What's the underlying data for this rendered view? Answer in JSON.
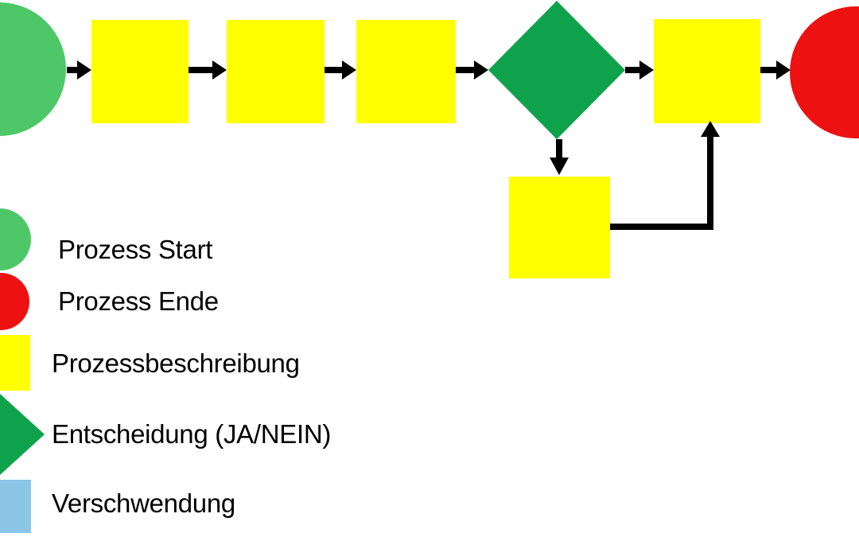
{
  "colors": {
    "start_green": "#4DC768",
    "end_red": "#EE1111",
    "process_yellow": "#FFFF00",
    "decision_green": "#0FA24D",
    "waste_blue": "#8CC6E7",
    "arrow": "#000000"
  },
  "flowchart": {
    "nodes": [
      "start-circle",
      "process-1",
      "process-2",
      "process-3",
      "decision-diamond",
      "process-4",
      "end-circle",
      "process-branch"
    ],
    "edges": [
      "start-circle -> process-1",
      "process-1 -> process-2",
      "process-2 -> process-3",
      "process-3 -> decision-diamond",
      "decision-diamond -> process-4",
      "decision-diamond -> process-branch (down)",
      "process-branch -> process-4 (elbow up)",
      "process-4 -> end-circle"
    ]
  },
  "legend": {
    "items": [
      {
        "shape": "circle",
        "color": "start_green",
        "label": "Prozess Start"
      },
      {
        "shape": "circle",
        "color": "end_red",
        "label": "Prozess Ende"
      },
      {
        "shape": "square",
        "color": "process_yellow",
        "label": "Prozessbeschreibung"
      },
      {
        "shape": "diamond",
        "color": "decision_green",
        "label": "Entscheidung (JA/NEIN)"
      },
      {
        "shape": "square",
        "color": "waste_blue",
        "label": "Verschwendung"
      }
    ]
  }
}
